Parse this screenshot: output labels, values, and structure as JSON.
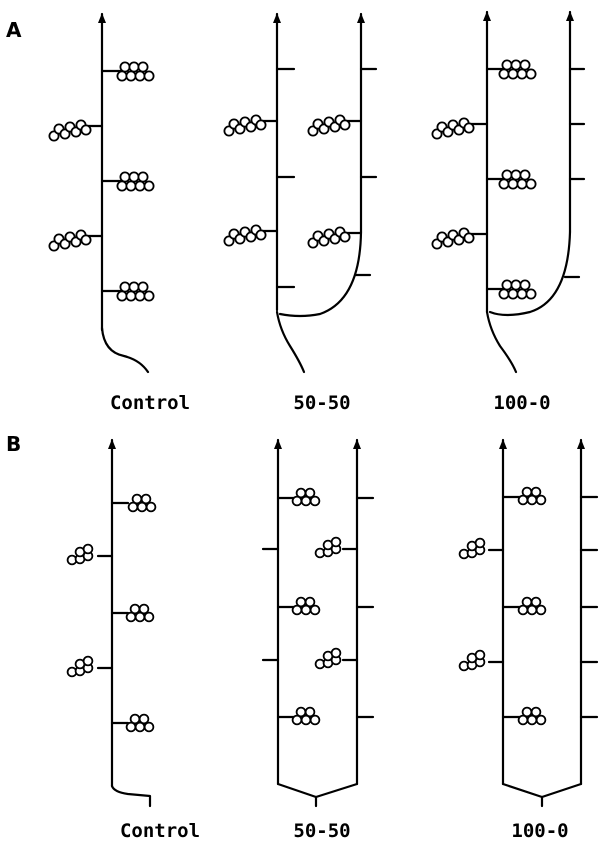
{
  "panels": [
    {
      "label": "A",
      "captions": [
        "Control",
        "50-50",
        "100-0"
      ]
    },
    {
      "label": "B",
      "captions": [
        "Control",
        "50-50",
        "100-0"
      ]
    }
  ]
}
